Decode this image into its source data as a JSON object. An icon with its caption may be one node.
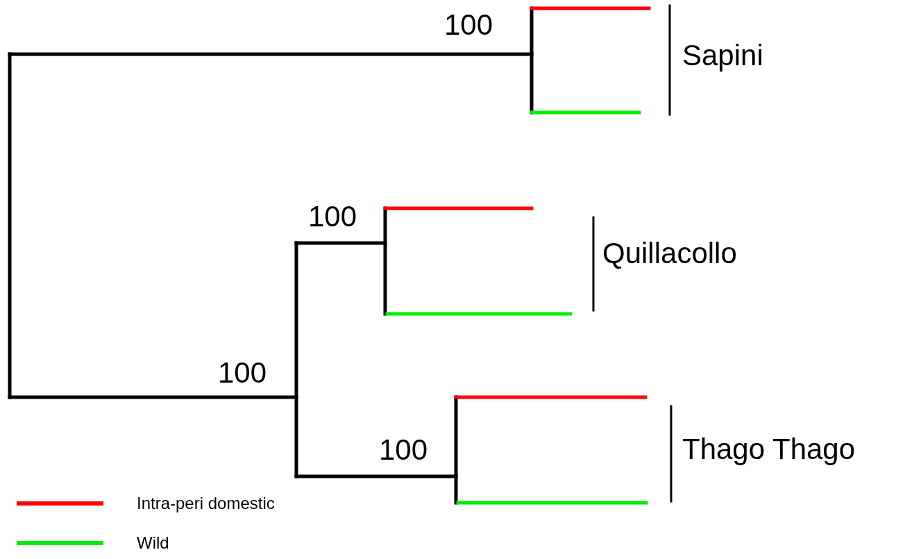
{
  "diagram": {
    "labels": [
      "100",
      "Sapini",
      "100",
      "Quillacollo",
      "100",
      "100",
      "Thago Thago"
    ],
    "legend": [
      {
        "text": "Intra-peri domestic"
      },
      {
        "text": "Wild"
      }
    ]
  }
}
